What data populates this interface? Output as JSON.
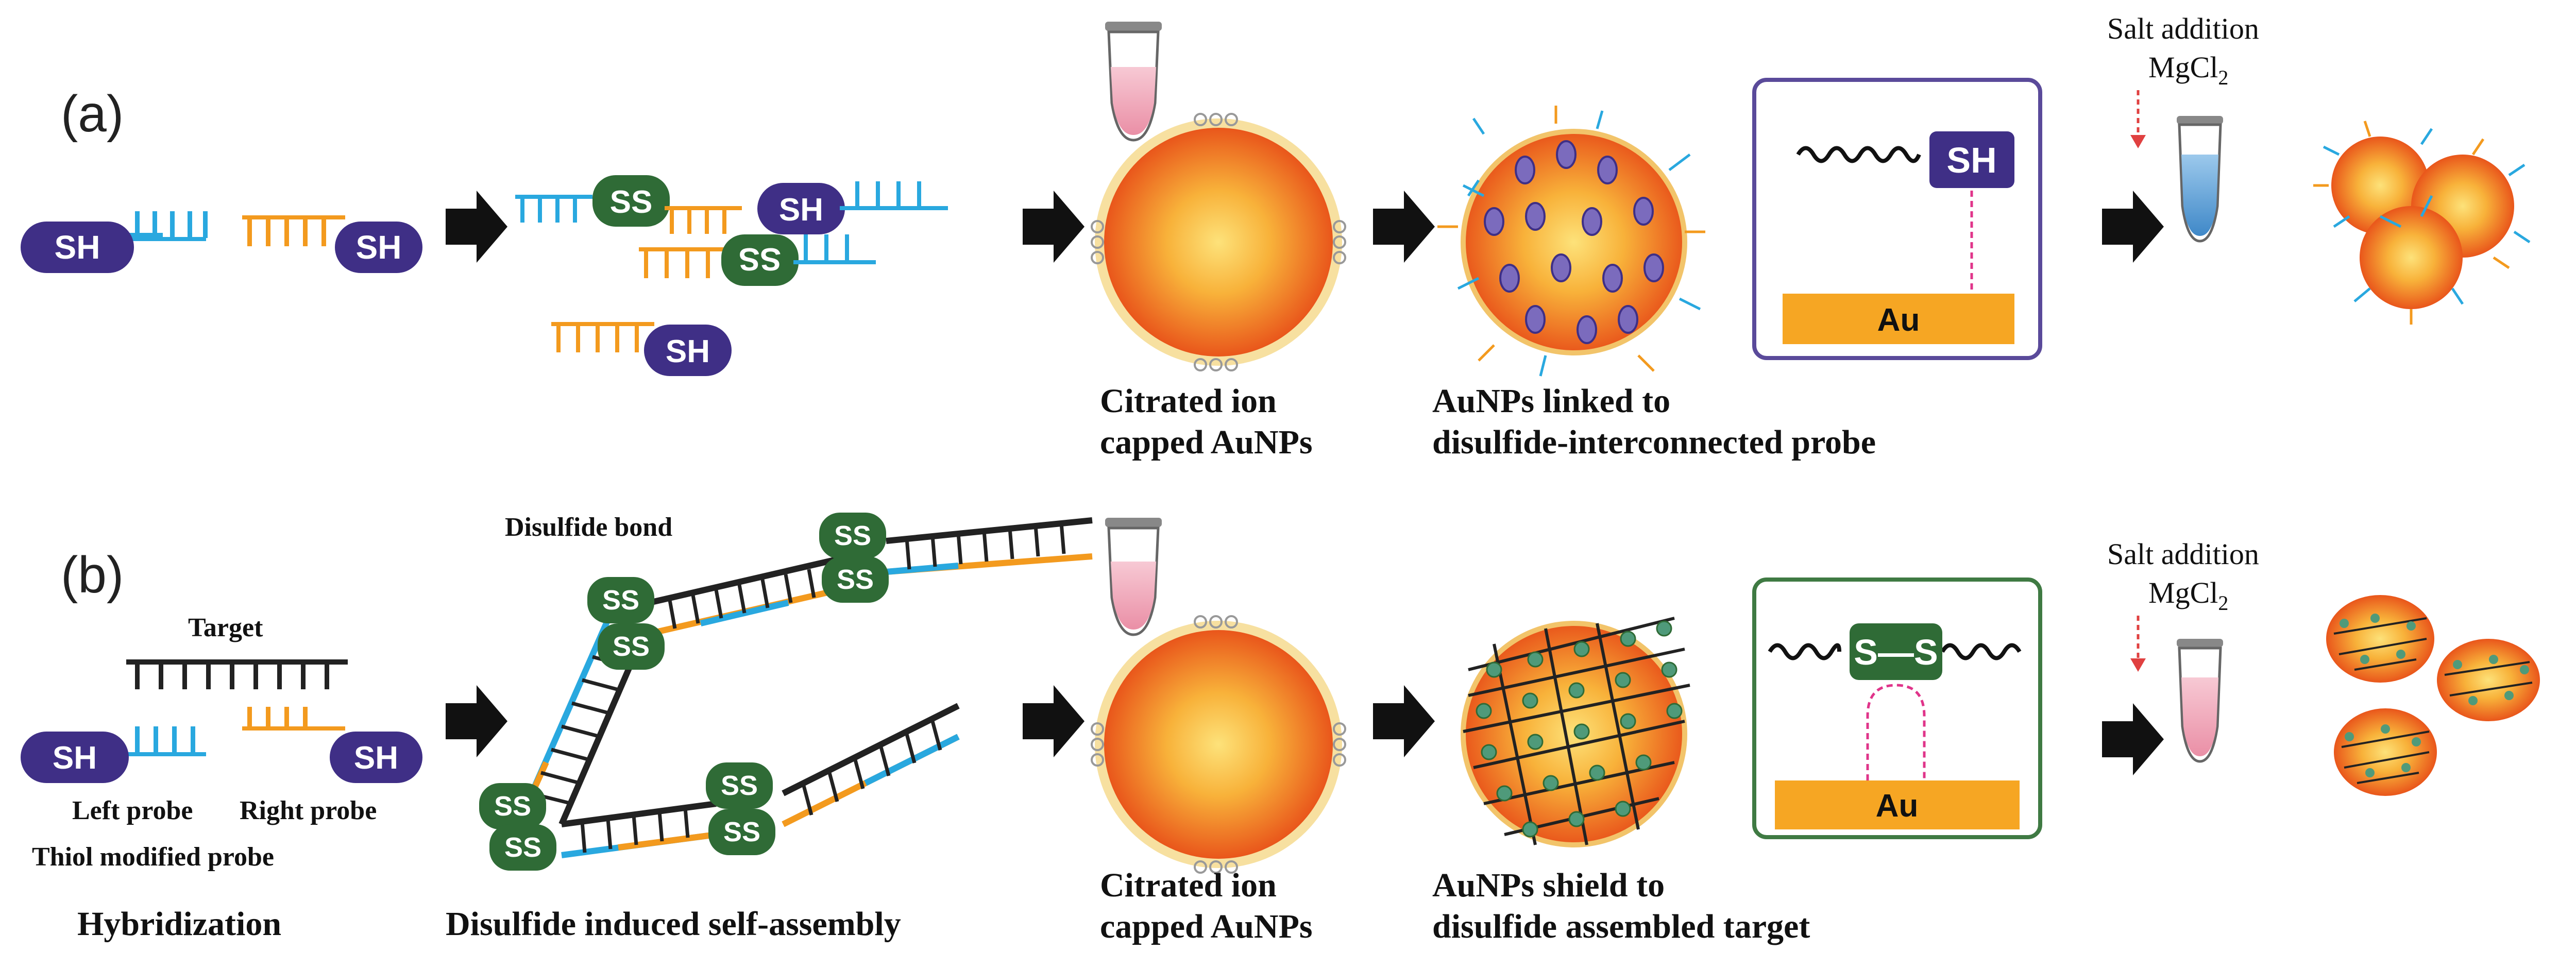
{
  "panels": {
    "a": {
      "label": "(a)",
      "citrated_caption": [
        "Citrated ion",
        "capped AuNPs"
      ],
      "linked_caption": [
        "AuNPs linked to",
        "disulfide-interconnected probe"
      ],
      "inset_thiol": "SH",
      "inset_gold": "Au",
      "salt_title": "Salt addition",
      "salt_reagent": "MgCl",
      "salt_reagent_sub": "2",
      "result_color": "#6aaad8"
    },
    "b": {
      "label": "(b)",
      "target_label": "Target",
      "left_probe": "Left probe",
      "right_probe": "Right probe",
      "thiol_label": "Thiol modified probe",
      "step1": "Hybridization",
      "disulfide_bond": "Disulfide bond",
      "step2": "Disulfide induced self-assembly",
      "citrated_caption": [
        "Citrated ion",
        "capped AuNPs"
      ],
      "shield_caption": [
        "AuNPs shield to",
        "disulfide assembled target"
      ],
      "inset_bond": "S—S",
      "inset_gold": "Au",
      "salt_title": "Salt addition",
      "salt_reagent": "MgCl",
      "salt_reagent_sub": "2",
      "result_color": "#f2b7c6"
    }
  },
  "tags": {
    "thiol": "SH",
    "disulfide": "SS"
  },
  "colors": {
    "sh_pill": "#3f2f86",
    "ss_pill": "#2f6b36",
    "left_probe": "#29a8df",
    "right_probe": "#f39a1e",
    "target_strand": "#222222",
    "gold": "#f6a623",
    "inset_border_a": "#5a4a9a",
    "inset_border_b": "#3f7a43",
    "arrow": "#111111",
    "salt_arrow": "#e04040"
  },
  "icons": [
    "process-arrow-icon",
    "microtube-icon",
    "gold-nanoparticle-icon",
    "aggregate-icon"
  ]
}
